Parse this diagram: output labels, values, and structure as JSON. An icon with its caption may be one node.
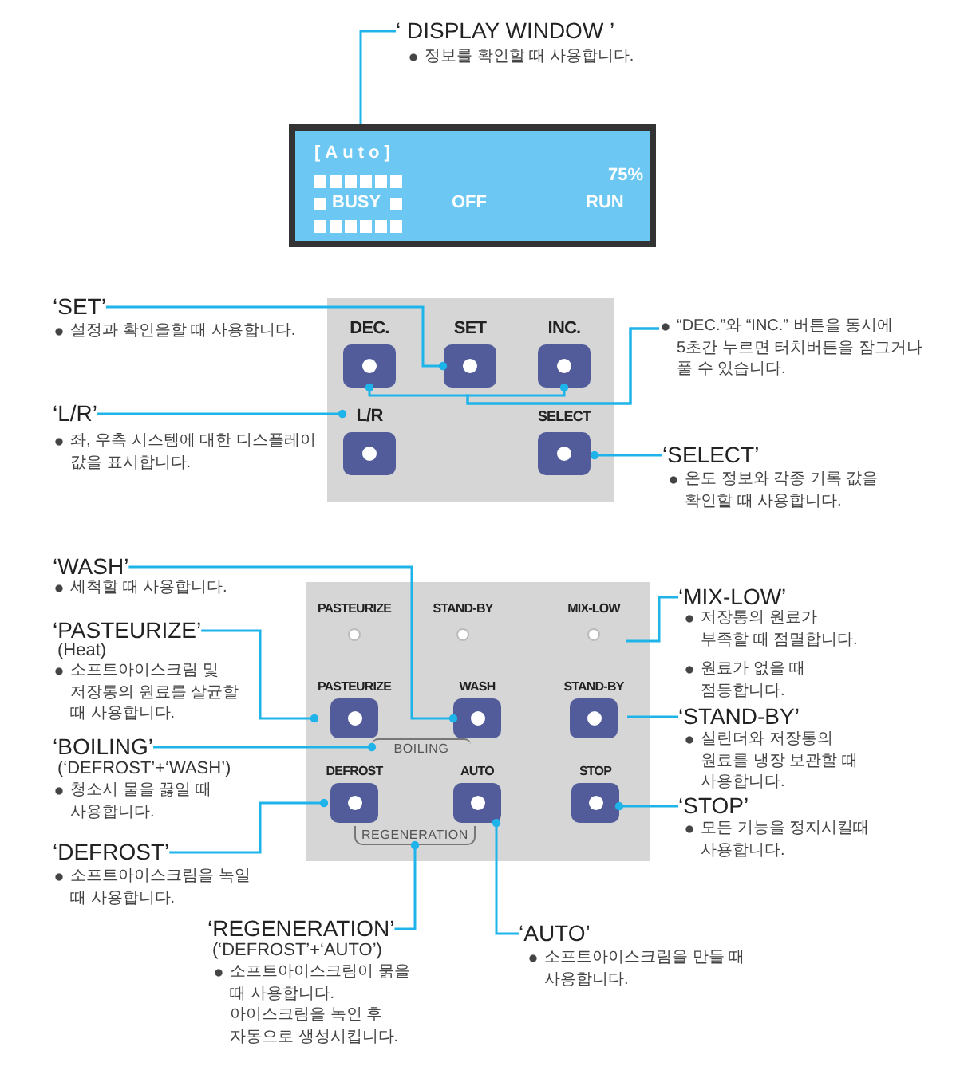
{
  "diagram": {
    "nodes": [
      {
        "text": [
          "‘ DISPLAY WINDOW ’"
        ],
        "beside": [
          "정보를 확인할 때 사용합니다."
        ]
      },
      {
        "text": [
          "[Auto]",
          "75%",
          "BUSY",
          "OFF",
          "RUN"
        ]
      },
      {
        "text": [],
        "shape": "box"
      },
      {
        "text": [
          "DEC."
        ],
        "in": 2
      },
      {
        "text": [
          "SET"
        ],
        "in": 2
      },
      {
        "text": [
          "INC."
        ],
        "in": 2
      },
      {
        "text": [
          "L/R"
        ],
        "in": 2
      },
      {
        "text": [
          "SELECT"
        ],
        "in": 2
      },
      {
        "text": [
          "‘SET’"
        ],
        "beside": [
          "설정과 확인을할 때 사용합니다."
        ]
      },
      {
        "text": [
          "‘L/R’"
        ],
        "beside": [
          "좌, 우측 시스템에 대한 디스플레이 값을 표시합니다."
        ]
      },
      {
        "text": [
          "“DEC.”와 “INC.” 버튼을 동시에 5초간 누르면 터치버튼을 잠그거나 풀 수 있습니다."
        ]
      },
      {
        "text": [
          "‘SELECT’"
        ],
        "beside": [
          "온도 정보와 각종 기록 값을 확인할 때 사용합니다."
        ]
      },
      {
        "text": [],
        "shape": "box"
      },
      {
        "text": [
          "PASTEURIZE"
        ],
        "in": 12
      },
      {
        "text": [
          "STAND-BY"
        ],
        "in": 12
      },
      {
        "text": [
          "MIX-LOW"
        ],
        "in": 12
      },
      {
        "text": [
          "PASTEURIZE"
        ],
        "in": 12
      },
      {
        "text": [
          "WASH"
        ],
        "in": 12
      },
      {
        "text": [
          "STAND-BY"
        ],
        "in": 12
      },
      {
        "text": [
          "BOILING"
        ],
        "in": 12
      },
      {
        "text": [
          "DEFROST"
        ],
        "in": 12
      },
      {
        "text": [
          "AUTO"
        ],
        "in": 12
      },
      {
        "text": [
          "STOP"
        ],
        "in": 12
      },
      {
        "text": [
          "REGENERATION"
        ],
        "in": 12
      },
      {
        "text": [
          "‘WASH’"
        ],
        "beside": [
          "세척할 때 사용합니다."
        ]
      },
      {
        "text": [
          "‘PASTEURIZE’"
        ],
        "beside": [
          "(Heat)",
          "소프트아이스크림 및 저장통의 원료를 살균할 때 사용합니다."
        ]
      },
      {
        "text": [
          "‘BOILING’"
        ],
        "beside": [
          "(‘DEFROST’+‘WASH’)",
          "청소시 물을 끓일 때 사용합니다."
        ]
      },
      {
        "text": [
          "‘DEFROST’"
        ],
        "beside": [
          "소프트아이스크림을 녹일 때 사용합니다."
        ]
      },
      {
        "text": [
          "‘MIX-LOW’"
        ],
        "beside": [
          "저장통의 원료가 부족할 때 점멸합니다.",
          "원료가 없을 때 점등합니다."
        ]
      },
      {
        "text": [
          "‘STAND-BY’"
        ],
        "beside": [
          "실린더와 저장통의 원료를 냉장 보관할 때 사용합니다."
        ]
      },
      {
        "text": [
          "‘STOP’"
        ],
        "beside": [
          "모든 기능을 정지시킬때 사용합니다."
        ]
      },
      {
        "text": [
          "‘REGENERATION’"
        ],
        "beside": [
          "(‘DEFROST’+‘AUTO’)",
          "소프트아이스크림이 묽을 때 사용합니다. 아이스크림을 녹인 후 자동으로 생성시킵니다."
        ]
      },
      {
        "text": [
          "‘AUTO’"
        ],
        "beside": [
          "소프트아이스크림을 만들 때 사용합니다."
        ]
      }
    ],
    "edges": [
      {
        "from": 0,
        "to": 1,
        "arrow": "none"
      },
      {
        "from": 8,
        "to": 4,
        "arrow": "other"
      },
      {
        "from": 10,
        "to": 3,
        "arrow": "other"
      },
      {
        "from": 10,
        "to": 5,
        "arrow": "other"
      },
      {
        "from": 9,
        "to": 6,
        "arrow": "other"
      },
      {
        "from": 11,
        "to": 7,
        "arrow": "other"
      },
      {
        "from": 24,
        "to": 17,
        "arrow": "other"
      },
      {
        "from": 25,
        "to": 16,
        "arrow": "other"
      },
      {
        "from": 26,
        "to": 19,
        "arrow": "other"
      },
      {
        "from": 27,
        "to": 20,
        "arrow": "other"
      },
      {
        "from": 28,
        "to": 15,
        "arrow": "none"
      },
      {
        "from": 29,
        "to": 18,
        "arrow": "none"
      },
      {
        "from": 30,
        "to": 22,
        "arrow": "other"
      },
      {
        "from": 31,
        "to": 23,
        "arrow": "other"
      },
      {
        "from": 32,
        "to": 21,
        "arrow": "other"
      }
    ]
  }
}
